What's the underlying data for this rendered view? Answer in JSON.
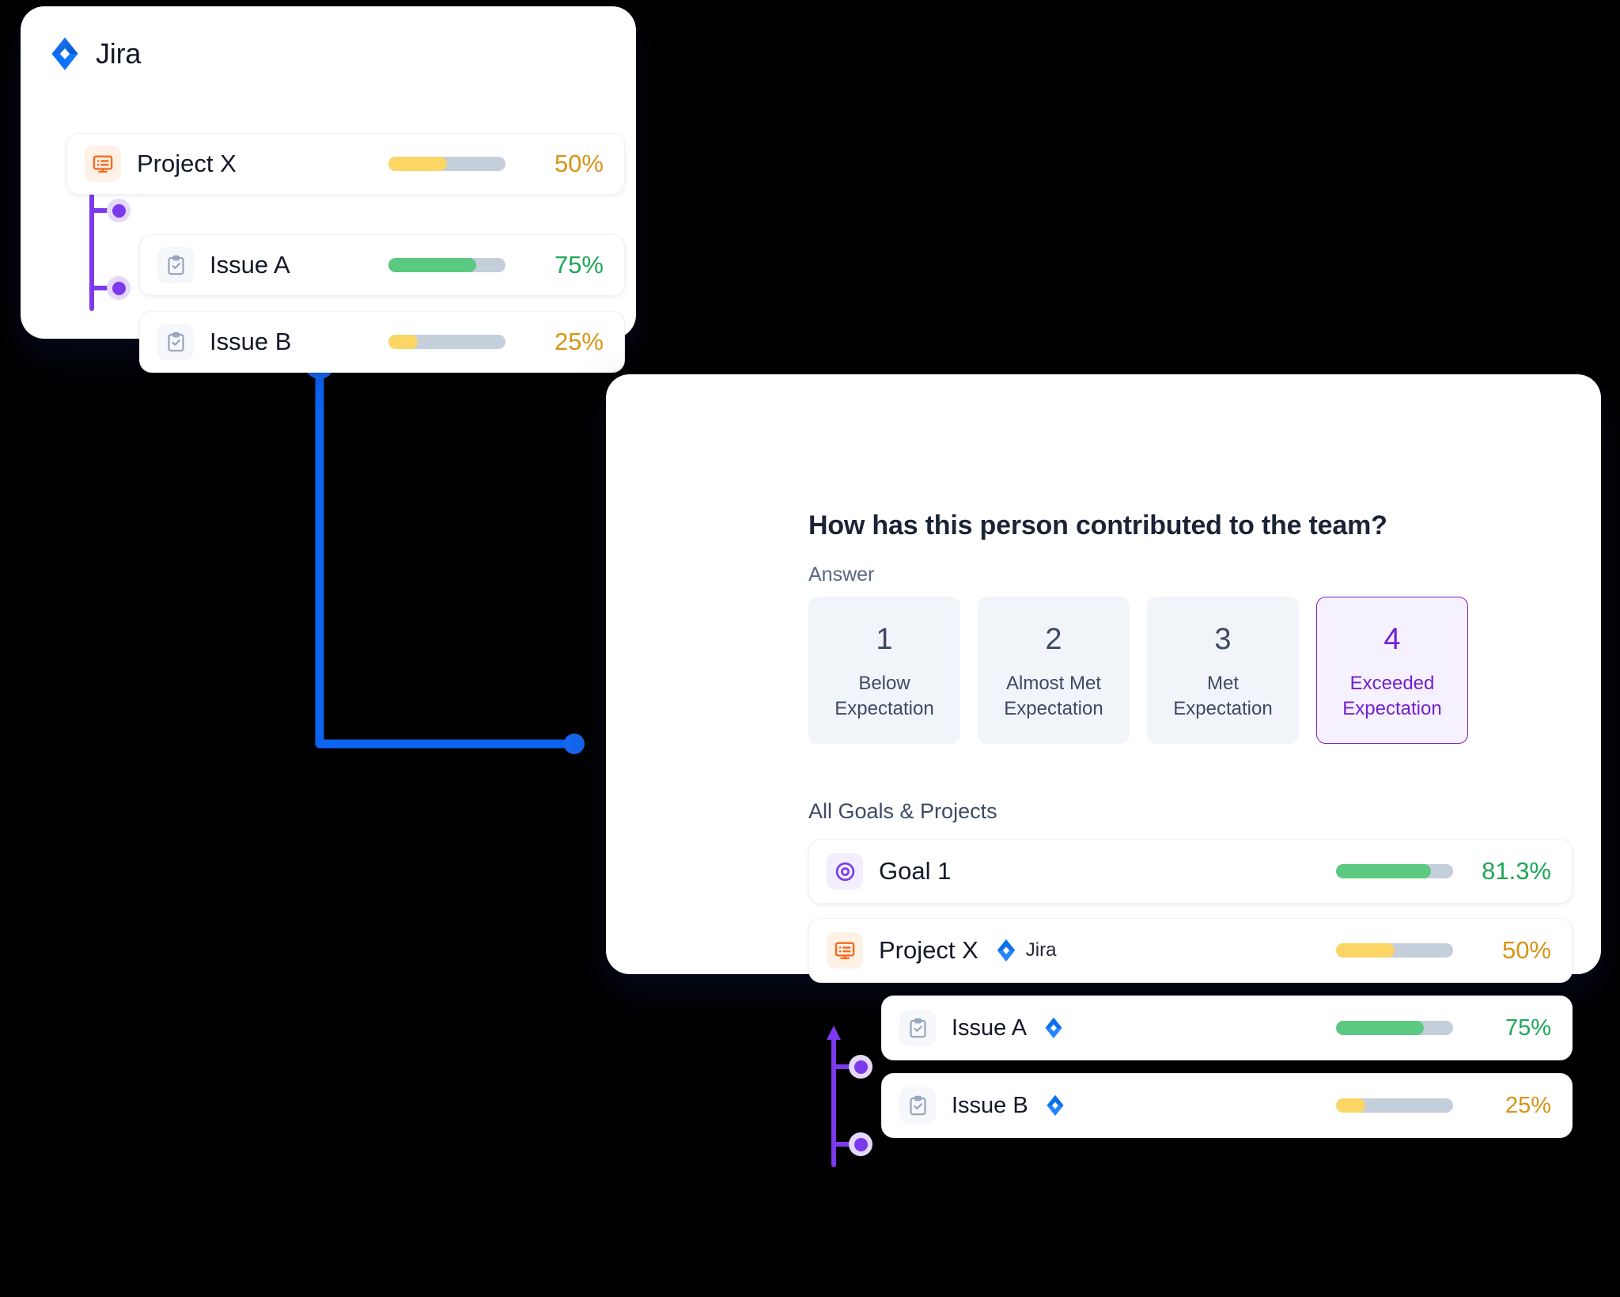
{
  "jira_card": {
    "app_name": "Jira",
    "logo_icon": "jira-diamond-icon",
    "rows": [
      {
        "label": "Project X",
        "icon": "project-board-icon",
        "progress": 50,
        "progress_text": "50%",
        "color": "#FBD665",
        "text_color": "#D79316"
      },
      {
        "label": "Issue A",
        "icon": "clipboard-check-icon",
        "progress": 75,
        "progress_text": "75%",
        "color": "#5BC97F",
        "text_color": "#1FA757"
      },
      {
        "label": "Issue B",
        "icon": "clipboard-check-icon",
        "progress": 25,
        "progress_text": "25%",
        "color": "#FBD665",
        "text_color": "#D79316"
      }
    ]
  },
  "review_card": {
    "question": "How has this person contributed to the team?",
    "answer_label": "Answer",
    "options": [
      {
        "number": "1",
        "line1": "Below",
        "line2": "Expectation",
        "selected": false
      },
      {
        "number": "2",
        "line1": "Almost Met",
        "line2": "Expectation",
        "selected": false
      },
      {
        "number": "3",
        "line1": "Met",
        "line2": "Expectation",
        "selected": false
      },
      {
        "number": "4",
        "line1": "Exceeded",
        "line2": "Expectation",
        "selected": true
      }
    ],
    "section_label": "All Goals & Projects",
    "rows": [
      {
        "label": "Goal 1",
        "icon": "target-goal-icon",
        "source": "",
        "progress": 81.3,
        "progress_text": "81.3%",
        "color": "#5BC97F",
        "text_color": "#1FA757"
      },
      {
        "label": "Project X",
        "icon": "project-board-icon",
        "source": "Jira",
        "progress": 50,
        "progress_text": "50%",
        "color": "#FBD665",
        "text_color": "#D79316"
      },
      {
        "label": "Issue A",
        "icon": "clipboard-check-icon",
        "source": "",
        "progress": 75,
        "progress_text": "75%",
        "color": "#5BC97F",
        "text_color": "#1FA757"
      },
      {
        "label": "Issue B",
        "icon": "clipboard-check-icon",
        "source": "",
        "progress": 25,
        "progress_text": "25%",
        "color": "#FBD665",
        "text_color": "#D79316"
      }
    ]
  },
  "theme": {
    "accent_purple": "#7C3AED",
    "accent_blue": "#0B63EF",
    "amber": "#D79316",
    "green": "#1FA757",
    "track": "#C5CEDB",
    "selected_border": "#7C22CE",
    "selected_fill": "#F6F1FE"
  }
}
